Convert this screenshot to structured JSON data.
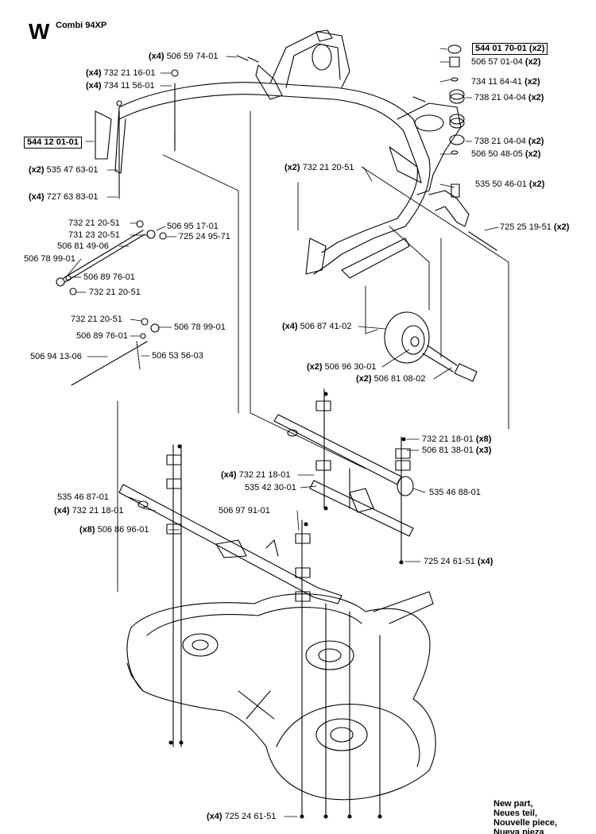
{
  "header": {
    "section_letter": "W",
    "model": "Combi 94XP"
  },
  "labels": [
    {
      "id": "l01",
      "qty": "(x4)",
      "part": "506 59 74-01",
      "suffix": ""
    },
    {
      "id": "l02",
      "qty": "",
      "part": "544 01 70-01",
      "suffix": "(x2)",
      "boxed": true
    },
    {
      "id": "l03",
      "qty": "(x4)",
      "part": "732 21 16-01",
      "suffix": ""
    },
    {
      "id": "l04",
      "qty": "",
      "part": "506 57 01-04",
      "suffix": "(x2)"
    },
    {
      "id": "l05",
      "qty": "(x4)",
      "part": "734 11 56-01",
      "suffix": ""
    },
    {
      "id": "l06",
      "qty": "",
      "part": "734 11 64-41",
      "suffix": "(x2)"
    },
    {
      "id": "l07",
      "qty": "",
      "part": "738 21 04-04",
      "suffix": "(x2)"
    },
    {
      "id": "l08",
      "qty": "",
      "part": "544 12 01-01",
      "suffix": "",
      "boxed": true
    },
    {
      "id": "l09",
      "qty": "",
      "part": "738 21 04-04",
      "suffix": "(x2)"
    },
    {
      "id": "l10",
      "qty": "",
      "part": "506 50 48-05",
      "suffix": "(x2)"
    },
    {
      "id": "l11",
      "qty": "(x2)",
      "part": "535 47 63-01",
      "suffix": ""
    },
    {
      "id": "l12",
      "qty": "(x2)",
      "part": "732 21 20-51",
      "suffix": ""
    },
    {
      "id": "l13",
      "qty": "",
      "part": "535 50 46-01",
      "suffix": "(x2)"
    },
    {
      "id": "l14",
      "qty": "(x4)",
      "part": "727 63 83-01",
      "suffix": ""
    },
    {
      "id": "l15",
      "qty": "",
      "part": "732 21 20-51",
      "suffix": ""
    },
    {
      "id": "l16",
      "qty": "",
      "part": "506 95 17-01",
      "suffix": ""
    },
    {
      "id": "l17",
      "qty": "",
      "part": "725 25 19-51",
      "suffix": "(x2)"
    },
    {
      "id": "l18",
      "qty": "",
      "part": "731 23 20-51",
      "suffix": ""
    },
    {
      "id": "l19",
      "qty": "",
      "part": "725 24 95-71",
      "suffix": ""
    },
    {
      "id": "l20",
      "qty": "",
      "part": "506 81 49-06",
      "suffix": ""
    },
    {
      "id": "l21",
      "qty": "",
      "part": "506 78 99-01",
      "suffix": ""
    },
    {
      "id": "l22",
      "qty": "",
      "part": "506 89 76-01",
      "suffix": ""
    },
    {
      "id": "l23",
      "qty": "",
      "part": "732 21 20-51",
      "suffix": ""
    },
    {
      "id": "l24",
      "qty": "(x4)",
      "part": "506 87 41-02",
      "suffix": ""
    },
    {
      "id": "l25",
      "qty": "",
      "part": "732 21 20-51",
      "suffix": ""
    },
    {
      "id": "l26",
      "qty": "",
      "part": "506 78 99-01",
      "suffix": ""
    },
    {
      "id": "l27",
      "qty": "",
      "part": "506 89 76-01",
      "suffix": ""
    },
    {
      "id": "l28",
      "qty": "",
      "part": "506 94 13-06",
      "suffix": ""
    },
    {
      "id": "l29",
      "qty": "",
      "part": "506 53 56-03",
      "suffix": ""
    },
    {
      "id": "l30",
      "qty": "(x2)",
      "part": "506 96 30-01",
      "suffix": ""
    },
    {
      "id": "l31",
      "qty": "(x2)",
      "part": "506 81 08-02",
      "suffix": ""
    },
    {
      "id": "l32",
      "qty": "",
      "part": "732 21 18-01",
      "suffix": "(x8)"
    },
    {
      "id": "l33",
      "qty": "",
      "part": "506 81 38-01",
      "suffix": "(x3)"
    },
    {
      "id": "l34",
      "qty": "(x4)",
      "part": "732 21 18-01",
      "suffix": ""
    },
    {
      "id": "l35",
      "qty": "",
      "part": "535 42 30-01",
      "suffix": ""
    },
    {
      "id": "l36",
      "qty": "",
      "part": "535 46 87-01",
      "suffix": ""
    },
    {
      "id": "l37",
      "qty": "",
      "part": "535 46 88-01",
      "suffix": ""
    },
    {
      "id": "l38",
      "qty": "(x4)",
      "part": "732 21 18-01",
      "suffix": ""
    },
    {
      "id": "l39",
      "qty": "",
      "part": "506 97 91-01",
      "suffix": ""
    },
    {
      "id": "l40",
      "qty": "(x8)",
      "part": "506 86 96-01",
      "suffix": ""
    },
    {
      "id": "l41",
      "qty": "",
      "part": "725 24 61-51",
      "suffix": "(x4)"
    },
    {
      "id": "l42",
      "qty": "(x4)",
      "part": "725 24 61-51",
      "suffix": ""
    }
  ],
  "legend": [
    "New part,",
    "Neues teil,",
    "Nouvelle piece,",
    "Nueva pieza"
  ]
}
